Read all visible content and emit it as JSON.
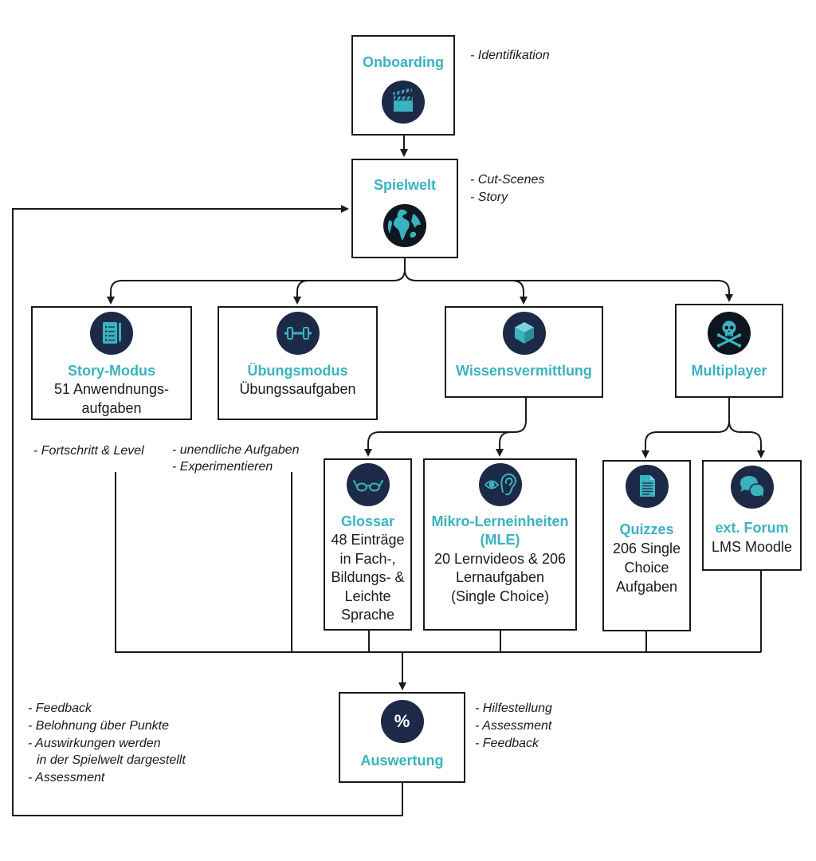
{
  "diagram": {
    "onboarding": {
      "title": "Onboarding",
      "icon": "clapperboard-icon",
      "notes": [
        "- Identifikation"
      ]
    },
    "spielwelt": {
      "title": "Spielwelt",
      "icon": "globe-icon",
      "notes": [
        "- Cut-Scenes",
        "- Story"
      ]
    },
    "story_modus": {
      "title": "Story-Modus",
      "lines": [
        "51 Anwendnungs-",
        "aufgaben"
      ],
      "icon": "notebook-icon",
      "notes": [
        "- Fortschritt & Level"
      ]
    },
    "uebungsmodus": {
      "title": "Übungsmodus",
      "lines": [
        "Übungssaufgaben"
      ],
      "icon": "dumbbell-icon",
      "notes": [
        "- unendliche Aufgaben",
        "- Experimentieren"
      ]
    },
    "wissensvermittlung": {
      "title": "Wissensvermittlung",
      "icon": "cube-icon"
    },
    "multiplayer": {
      "title": "Multiplayer",
      "icon": "skull-crossbones-icon"
    },
    "glossar": {
      "title": "Glossar",
      "lines": [
        "48 Einträge",
        "in Fach-,",
        "Bildungs- &",
        "Leichte",
        "Sprache"
      ],
      "icon": "glasses-icon"
    },
    "mle": {
      "title": [
        "Mikro-Lerneinheiten",
        "(MLE)"
      ],
      "lines": [
        "20 Lernvideos & 206",
        "Lernaufgaben",
        "(Single Choice)"
      ],
      "icon": "eye-ear-icon"
    },
    "quizzes": {
      "title": "Quizzes",
      "lines": [
        "206 Single",
        "Choice",
        "Aufgaben"
      ],
      "icon": "document-icon"
    },
    "forum": {
      "title": "ext. Forum",
      "lines": [
        "LMS Moodle"
      ],
      "icon": "chat-bubbles-icon"
    },
    "auswertung": {
      "title": "Auswertung",
      "icon": "percent-icon",
      "icon_label": "%",
      "notes_left": [
        "- Feedback",
        "- Belohnung über Punkte",
        "- Auswirkungen werden",
        "in der Spielwelt dargestellt",
        "- Assessment"
      ],
      "notes_right": [
        "- Hilfestellung",
        "- Assessment",
        "- Feedback"
      ]
    }
  },
  "colors": {
    "accent_teal": "#3ab3c0",
    "icon_circle": "#1d2a47",
    "line": "#1a1a1a"
  }
}
